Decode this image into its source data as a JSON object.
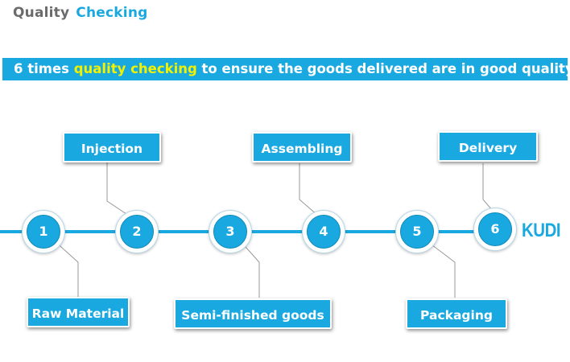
{
  "header": {
    "title_word1": "Quality",
    "title_word2": "Checking"
  },
  "banner": {
    "prefix": "6 times ",
    "highlight": "quality checking",
    "suffix": " to ensure  the goods delivered are  in good quality"
  },
  "steps": [
    {
      "number": "1",
      "label": "Raw Material"
    },
    {
      "number": "2",
      "label": "Injection"
    },
    {
      "number": "3",
      "label": "Semi-finished goods"
    },
    {
      "number": "4",
      "label": "Assembling"
    },
    {
      "number": "5",
      "label": "Packaging"
    },
    {
      "number": "6",
      "label": "Delivery"
    }
  ],
  "logo": "KUDI",
  "colors": {
    "accent": "#19a9e0",
    "highlight": "#f2f200",
    "title_grey": "#6b6b6b",
    "connector": "#999999"
  }
}
